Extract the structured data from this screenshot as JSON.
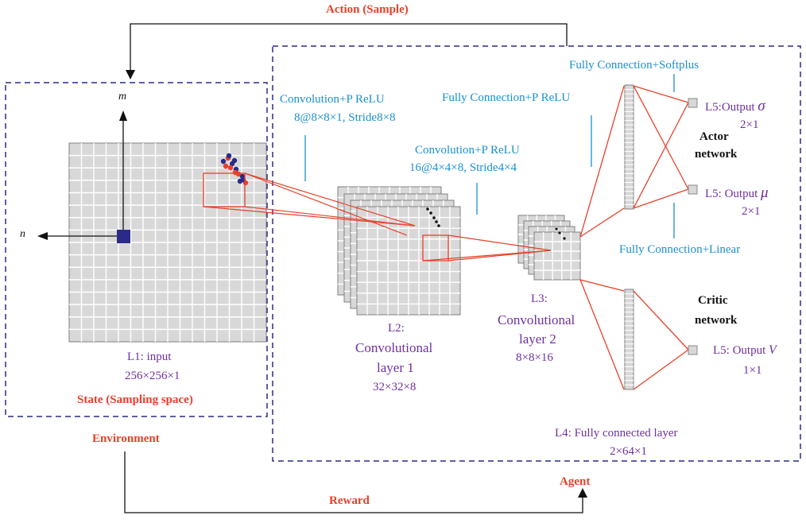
{
  "labels": {
    "action": "Action (Sample)",
    "reward": "Reward",
    "environment": "Environment",
    "agent": "Agent",
    "state": "State (Sampling space)",
    "axis_m": "m",
    "axis_n": "n"
  },
  "layers": {
    "l1": {
      "name": "L1: input",
      "dims": "256×256×1"
    },
    "l2": {
      "name": "L2:",
      "line2": "Convolutional",
      "line3": "layer 1",
      "dims": "32×32×8"
    },
    "l3": {
      "name": "L3:",
      "line2": "Convolutional",
      "line3": "layer 2",
      "dims": "8×8×16"
    },
    "l4": {
      "name": "L4: Fully connected layer",
      "dims": "2×64×1"
    },
    "l5_sigma": {
      "name": "L5:Output",
      "symbol": "σ",
      "dims": "2×1"
    },
    "l5_mu": {
      "name": "L5: Output",
      "symbol": "μ",
      "dims": "2×1"
    },
    "l5_v": {
      "name": "L5: Output",
      "symbol": "V",
      "dims": "1×1"
    }
  },
  "ops": {
    "conv1_a": "Convolution+P ReLU",
    "conv1_b": "8@8×8×1, Stride8×8",
    "conv2_a": "Convolution+P ReLU",
    "conv2_b": "16@4×4×8, Stride4×4",
    "fc_prelu": "Fully Connection+P ReLU",
    "fc_softplus": "Fully Connection+Softplus",
    "fc_linear": "Fully Connection+Linear"
  },
  "networks": {
    "actor_1": "Actor",
    "actor_2": "network",
    "critic_1": "Critic",
    "critic_2": "network"
  },
  "colors": {
    "red": "#e8402a",
    "blue": "#1a8fd0",
    "purple": "#7030a0",
    "navy": "#2b2a8a",
    "grid": "#d8d8d8"
  }
}
